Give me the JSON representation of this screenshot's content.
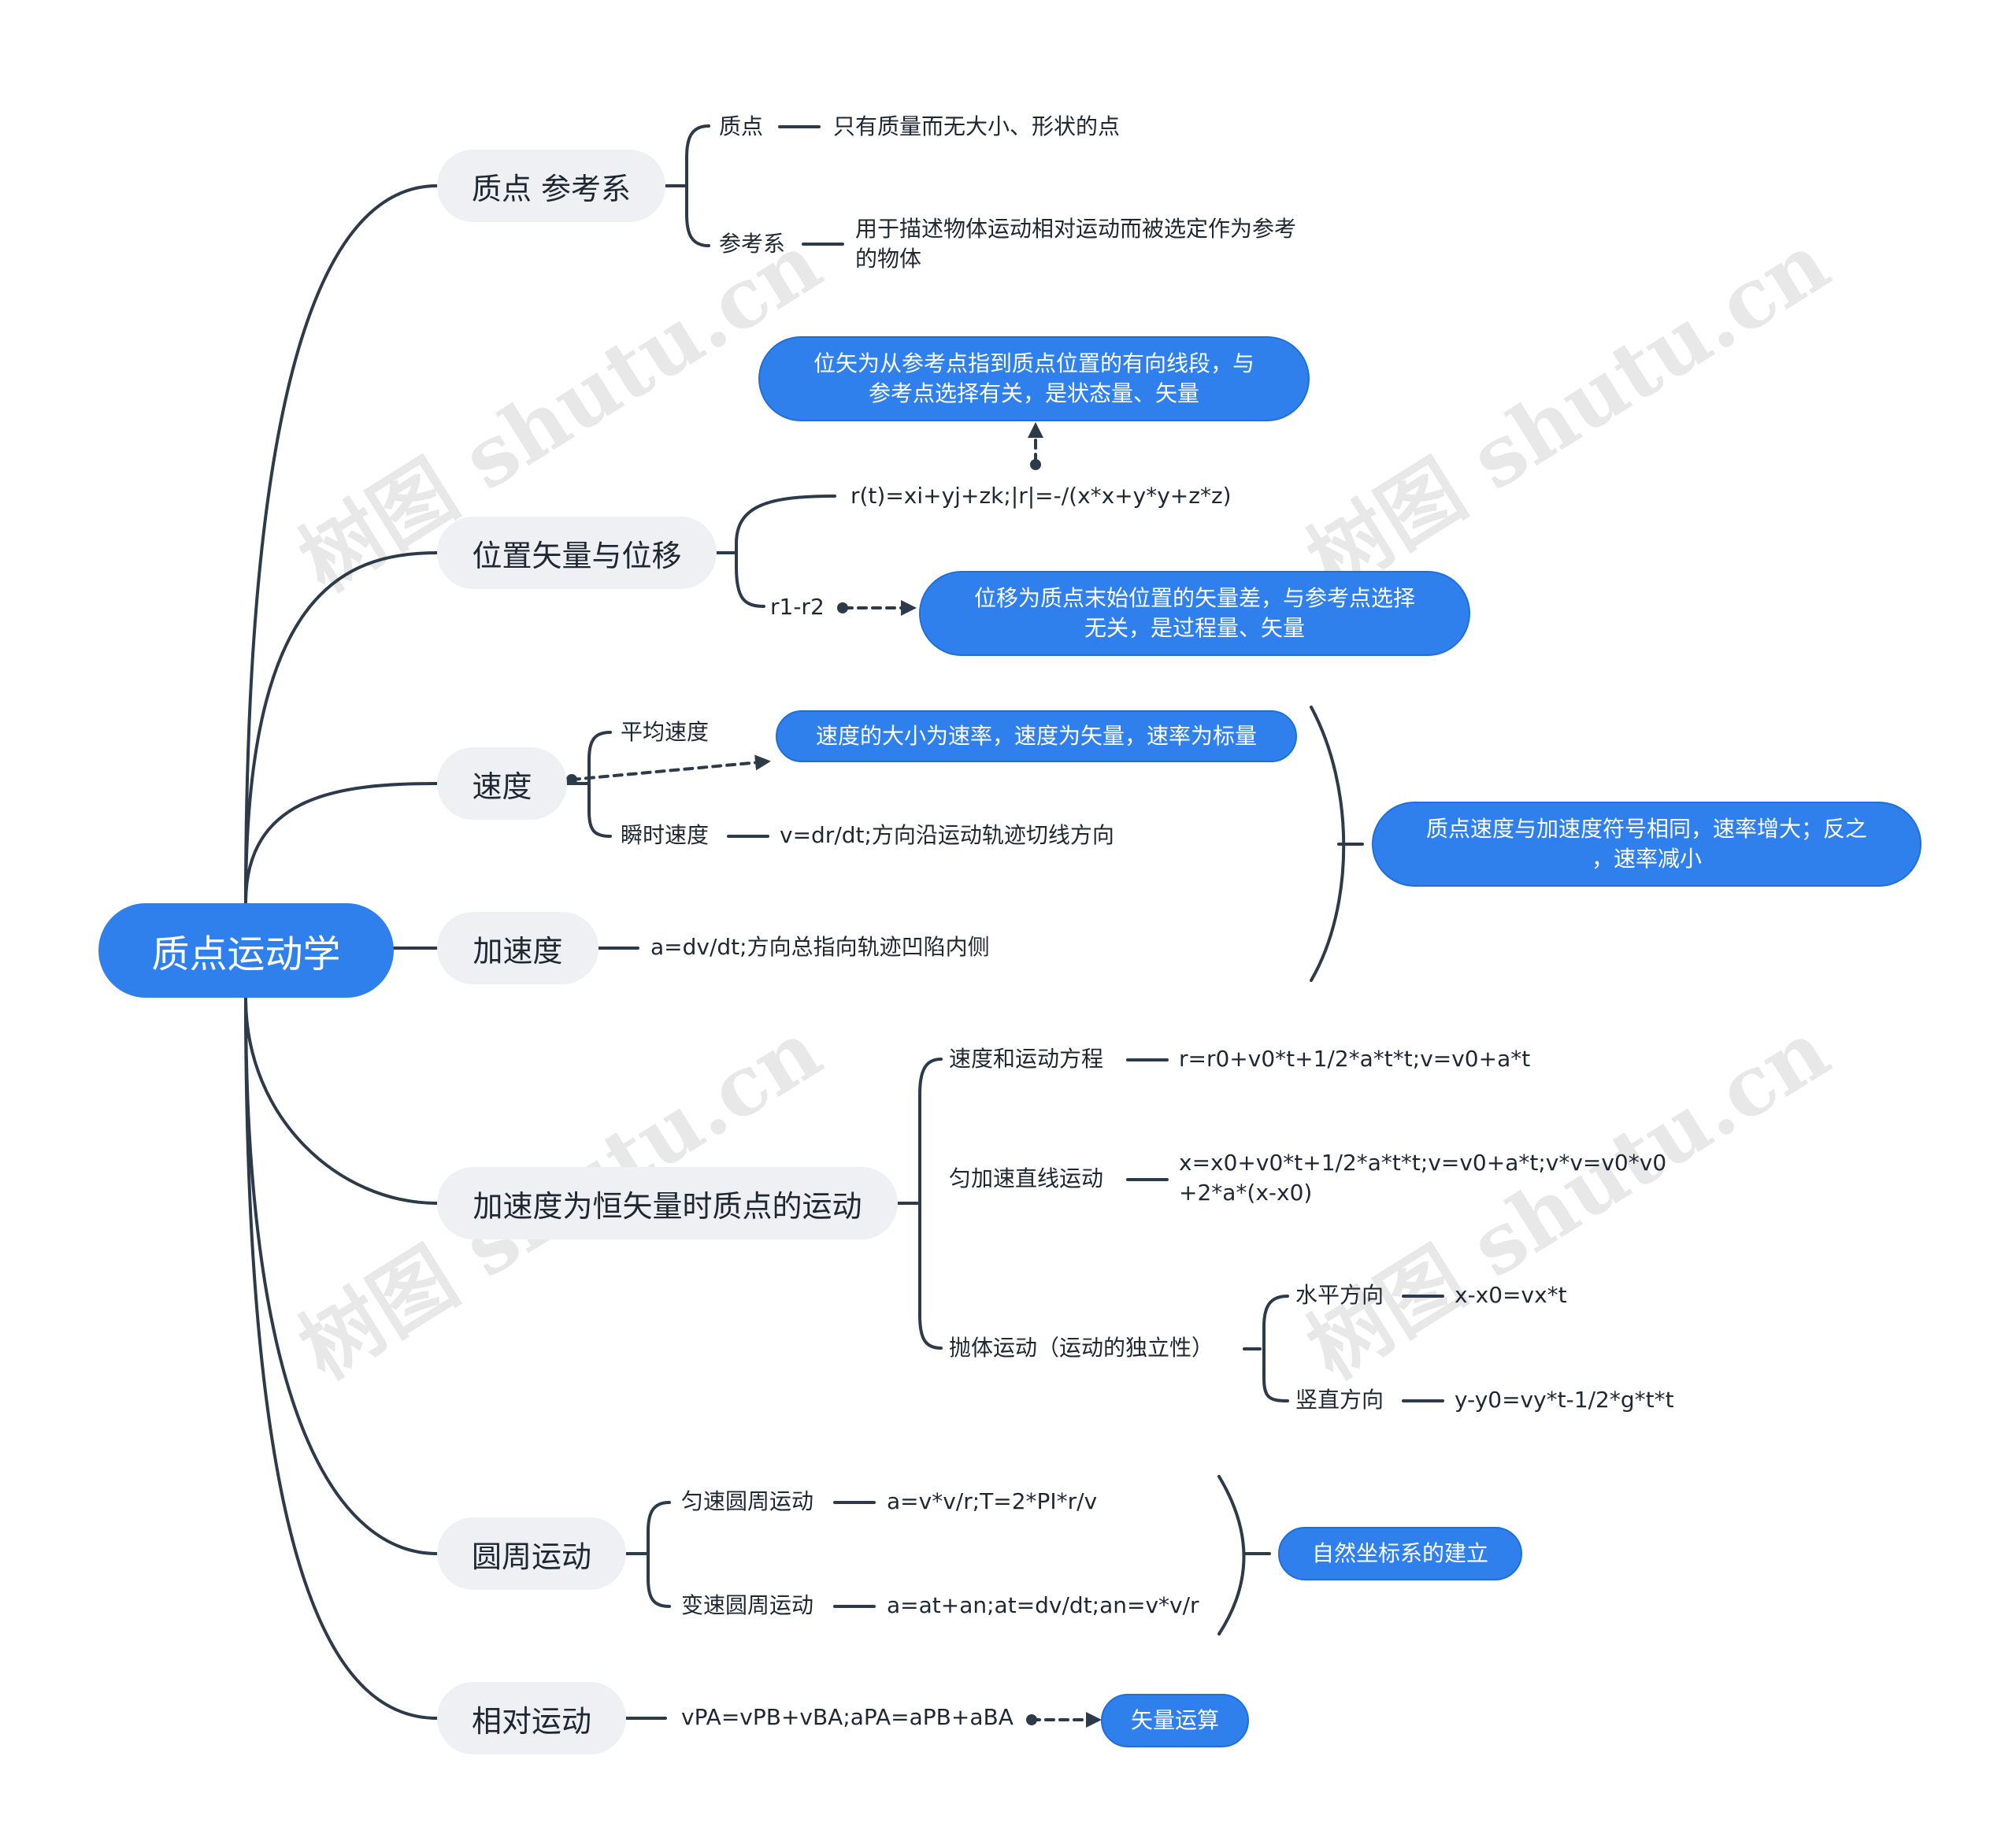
{
  "root": "质点运动学",
  "watermark": "树图 shutu.cn",
  "b1": {
    "title": "质点 参考系",
    "c1_label": "质点",
    "c1_text": "只有质量而无大小、形状的点",
    "c2_label": "参考系",
    "c2_text_l1": "用于描述物体运动相对运动而被选定作为参考",
    "c2_text_l2": "的物体"
  },
  "b2": {
    "title": "位置矢量与位移",
    "c1_text": "r(t)=xi+yj+zk;|r|=-/(x*x+y*y+z*z)",
    "c1_note_l1": "位矢为从参考点指到质点位置的有向线段，与",
    "c1_note_l2": "参考点选择有关，是状态量、矢量",
    "c2_text": "r1-r2",
    "c2_note_l1": "位移为质点末始位置的矢量差，与参考点选择",
    "c2_note_l2": "无关，是过程量、矢量"
  },
  "b3": {
    "title": "速度",
    "c1_label": "平均速度",
    "note": "速度的大小为速率，速度为矢量，速率为标量",
    "c2_label": "瞬时速度",
    "c2_text": "v=dr/dt;方向沿运动轨迹切线方向"
  },
  "b4": {
    "title": "加速度",
    "text": "a=dv/dt;方向总指向轨迹凹陷内侧"
  },
  "summary_34": {
    "l1": "质点速度与加速度符号相同，速率增大；反之",
    "l2": "，速率减小"
  },
  "b5": {
    "title": "加速度为恒矢量时质点的运动",
    "c1_label": "速度和运动方程",
    "c1_text": "r=r0+v0*t+1/2*a*t*t;v=v0+a*t",
    "c2_label": "匀加速直线运动",
    "c2_text_l1": "x=x0+v0*t+1/2*a*t*t;v=v0+a*t;v*v=v0*v0",
    "c2_text_l2": "+2*a*(x-x0)",
    "c3_label": "抛体运动（运动的独立性）",
    "c3a_label": "水平方向",
    "c3a_text": "x-x0=vx*t",
    "c3b_label": "竖直方向",
    "c3b_text": "y-y0=vy*t-1/2*g*t*t"
  },
  "b6": {
    "title": "圆周运动",
    "c1_label": "匀速圆周运动",
    "c1_text": "a=v*v/r;T=2*PI*r/v",
    "c2_label": "变速圆周运动",
    "c2_text": "a=at+an;at=dv/dt;an=v*v/r",
    "summary": "自然坐标系的建立"
  },
  "b7": {
    "title": "相对运动",
    "text": "vPA=vPB+vBA;aPA=aPB+aBA",
    "note": "矢量运算"
  },
  "colors": {
    "line": "#2d3a4a",
    "accent": "#2f80ed",
    "pill": "#eef0f3"
  }
}
